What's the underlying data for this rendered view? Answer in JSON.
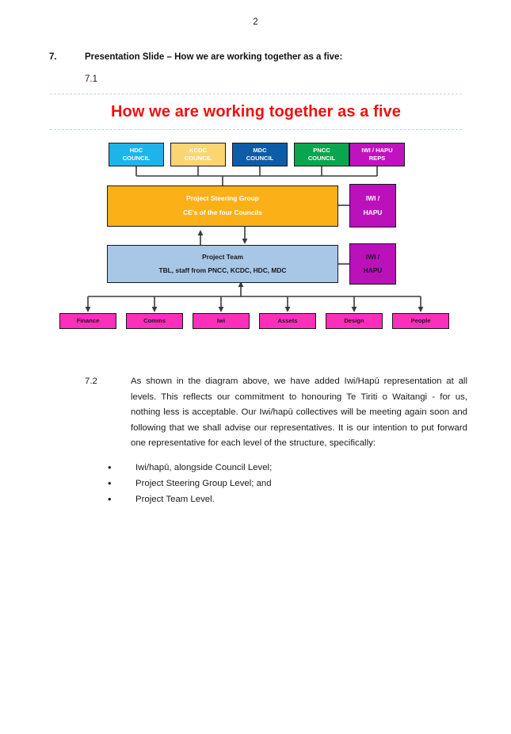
{
  "document": {
    "page_number": "2",
    "heading": {
      "number": "7.",
      "text": "Presentation Slide – How we are working together as a five:"
    },
    "clause_71": "7.1",
    "paragraph_72": {
      "number": "7.2",
      "text": "As shown in the diagram above, we have added Iwi/Hapū representation at all levels. This reflects our commitment to honouring Te Tiriti o Waitangi - for us, nothing less is acceptable. Our Iwi/hapū collectives will be meeting again soon and following that we shall advise our representatives. It is our intention to put forward one representative for each level of the structure, specifically:"
    },
    "bullets": [
      "Iwi/hapū, alongside Council Level;",
      "Project Steering Group Level; and",
      "Project Team Level."
    ]
  },
  "slide": {
    "title": "How we are working together as a five",
    "title_color": "#ee1111",
    "councils": [
      {
        "line1": "HDC",
        "line2": "COUNCIL",
        "color": "#1eb4ea",
        "text_color": "#ffffff"
      },
      {
        "line1": "KCDC",
        "line2": "COUNCIL",
        "color": "#fad572",
        "text_color": "#ffffff"
      },
      {
        "line1": "MDC",
        "line2": "COUNCIL",
        "color": "#0d5ca8",
        "text_color": "#ffffff"
      },
      {
        "line1": "PNCC",
        "line2": "COUNCIL",
        "color": "#0aa64f",
        "text_color": "#ffffff"
      },
      {
        "line1": "IWI / HAPU",
        "line2": "REPS",
        "color": "#c013bf",
        "text_color": "#ffffff"
      }
    ],
    "steering_group": {
      "line1": "Project Steering Group",
      "line2": "CE's of the four Councils",
      "color": "#fbb018",
      "text_color": "#ffffff"
    },
    "project_team": {
      "line1": "Project Team",
      "line2": "TBL, staff from PNCC, KCDC, HDC, MDC",
      "color": "#a8c7e7",
      "text_color": "#17171c"
    },
    "iwi_hapu_steering": {
      "line1": "IWI /",
      "line2": "HAPU",
      "color": "#bb11ba",
      "text_color": "#ffffff"
    },
    "iwi_hapu_team": {
      "line1": "IWI /",
      "line2": "HAPU",
      "color": "#bb11ba",
      "text_color": "#17171c"
    },
    "workstreams": [
      {
        "label": "Finance",
        "color": "#fb2fbc"
      },
      {
        "label": "Comms",
        "color": "#fb2fbc"
      },
      {
        "label": "Iwi",
        "color": "#fb2fbc"
      },
      {
        "label": "Assets",
        "color": "#fb2fbc"
      },
      {
        "label": "Design",
        "color": "#fb2fbc"
      },
      {
        "label": "People",
        "color": "#fb2fbc"
      }
    ]
  }
}
